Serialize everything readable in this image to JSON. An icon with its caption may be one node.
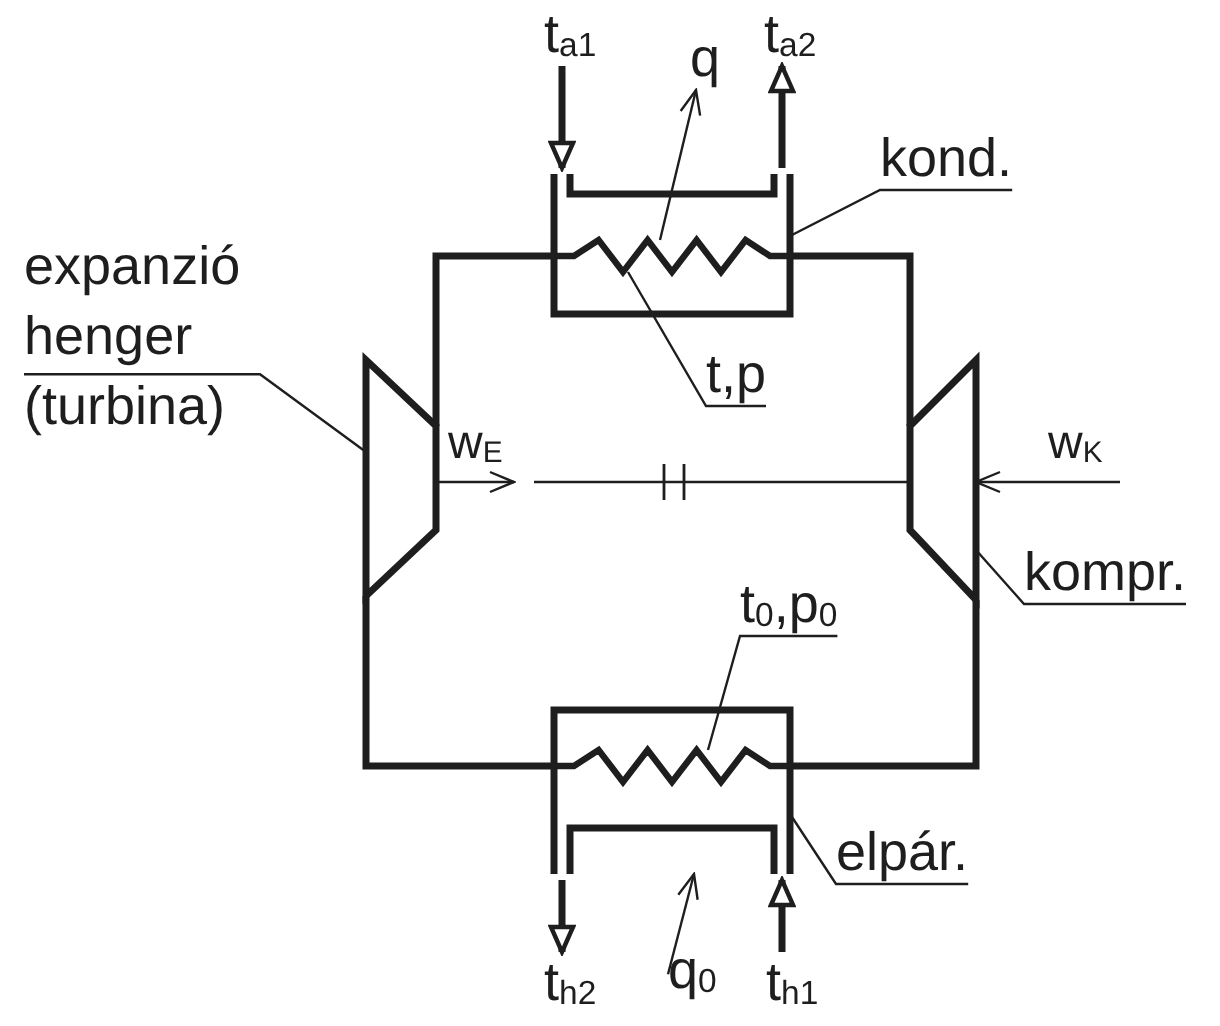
{
  "diagram": {
    "nodes": [
      {
        "text": [
          "t$_{a1}$"
        ]
      },
      {
        "text": [
          "q"
        ]
      },
      {
        "text": [
          "t$_{a2}$"
        ]
      },
      {
        "text": [
          "kond."
        ]
      },
      {
        "text": [],
        "shape": "box"
      },
      {
        "text": [],
        "shape": "coil",
        "in": 4
      },
      {
        "text": [
          "expanzió henger (turbina)"
        ]
      },
      {
        "text": [
          "t,p"
        ]
      },
      {
        "text": [],
        "shape": "trapezoid"
      },
      {
        "text": [],
        "shape": "trapezoid"
      },
      {
        "text": [
          "kompr."
        ]
      },
      {
        "text": [
          "t$_{0}$,p$_{0}$"
        ]
      },
      {
        "text": [],
        "shape": "box"
      },
      {
        "text": [],
        "shape": "coil",
        "in": 12
      },
      {
        "text": [
          "elpár."
        ]
      },
      {
        "text": [
          "t$_{h2}$"
        ]
      },
      {
        "text": [
          "q$_{0}$"
        ]
      },
      {
        "text": [
          "t$_{h1}$"
        ]
      }
    ],
    "edges": [
      {
        "from": 0,
        "to": 4,
        "arrow": "to",
        "style": "thick"
      },
      {
        "from": 4,
        "to": 2,
        "arrow": "to",
        "style": "thick"
      },
      {
        "from": 5,
        "to": 1,
        "arrow": "to"
      },
      {
        "from": 3,
        "to": 4,
        "arrow": "none"
      },
      {
        "from": 7,
        "to": 5,
        "arrow": "none"
      },
      {
        "from": 9,
        "to": 4,
        "arrow": "none",
        "style": "thick"
      },
      {
        "from": 4,
        "to": 8,
        "arrow": "none",
        "style": "thick"
      },
      {
        "from": 6,
        "to": 8,
        "arrow": "none"
      },
      {
        "from": 8,
        "to": null,
        "arrow": "to",
        "label": "w$_{E}$"
      },
      {
        "from": null,
        "to": 9,
        "arrow": "none"
      },
      {
        "from": null,
        "to": 9,
        "arrow": "to",
        "label": "w$_{K}$"
      },
      {
        "from": 10,
        "to": 9,
        "arrow": "none"
      },
      {
        "from": 8,
        "to": 12,
        "arrow": "none",
        "style": "thick"
      },
      {
        "from": 12,
        "to": 9,
        "arrow": "none",
        "style": "thick"
      },
      {
        "from": 11,
        "to": 13,
        "arrow": "none"
      },
      {
        "from": 14,
        "to": 12,
        "arrow": "none"
      },
      {
        "from": 12,
        "to": 15,
        "arrow": "to",
        "style": "thick"
      },
      {
        "from": 16,
        "to": 12,
        "arrow": "to"
      },
      {
        "from": 17,
        "to": 12,
        "arrow": "to",
        "style": "thick"
      }
    ]
  }
}
